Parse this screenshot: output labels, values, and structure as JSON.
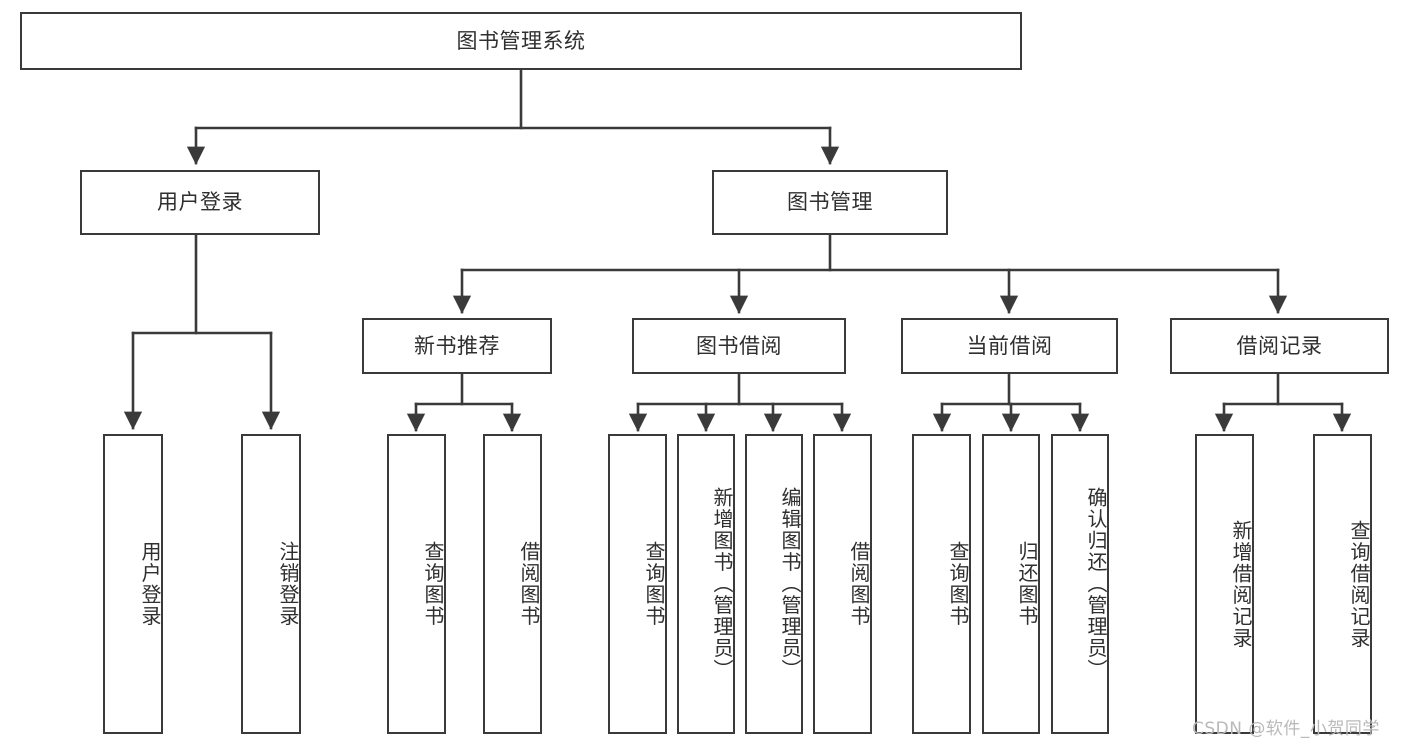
{
  "diagram": {
    "title": "图书管理系统",
    "type": "hierarchy-tree",
    "orientation": "top-down",
    "line_color": "#3a3a3a",
    "text_color": "#2f2f2f",
    "background_color": "#ffffff",
    "watermark": "CSDN @软件_小贺同学",
    "nodes": {
      "root": "图书管理系统",
      "level2": {
        "user_login": "用户登录",
        "book_manage": "图书管理"
      },
      "level3": {
        "new_book_rec": "新书推荐",
        "book_borrow": "图书借阅",
        "current_borrow": "当前借阅",
        "borrow_record": "借阅记录"
      },
      "leaves": {
        "user_login_1": "用户登录",
        "user_login_2": "注销登录",
        "new_book_rec_1": "查询图书",
        "new_book_rec_2": "借阅图书",
        "book_borrow_1": "查询图书",
        "book_borrow_2": "新增图书（管理员）",
        "book_borrow_3": "编辑图书（管理员）",
        "book_borrow_4": "借阅图书",
        "current_borrow_1": "查询图书",
        "current_borrow_2": "归还图书",
        "current_borrow_3": "确认归还（管理员）",
        "borrow_record_1": "新增借阅记录",
        "borrow_record_2": "查询借阅记录"
      }
    },
    "edges": [
      {
        "from": "图书管理系统",
        "to": "用户登录"
      },
      {
        "from": "图书管理系统",
        "to": "图书管理"
      },
      {
        "from": "用户登录",
        "to": "用户登录"
      },
      {
        "from": "用户登录",
        "to": "注销登录"
      },
      {
        "from": "图书管理",
        "to": "新书推荐"
      },
      {
        "from": "图书管理",
        "to": "图书借阅"
      },
      {
        "from": "图书管理",
        "to": "当前借阅"
      },
      {
        "from": "图书管理",
        "to": "借阅记录"
      },
      {
        "from": "新书推荐",
        "to": "查询图书"
      },
      {
        "from": "新书推荐",
        "to": "借阅图书"
      },
      {
        "from": "图书借阅",
        "to": "查询图书"
      },
      {
        "from": "图书借阅",
        "to": "新增图书（管理员）"
      },
      {
        "from": "图书借阅",
        "to": "编辑图书（管理员）"
      },
      {
        "from": "图书借阅",
        "to": "借阅图书"
      },
      {
        "from": "当前借阅",
        "to": "查询图书"
      },
      {
        "from": "当前借阅",
        "to": "归还图书"
      },
      {
        "from": "当前借阅",
        "to": "确认归还（管理员）"
      },
      {
        "from": "借阅记录",
        "to": "新增借阅记录"
      },
      {
        "from": "借阅记录",
        "to": "查询借阅记录"
      }
    ]
  }
}
